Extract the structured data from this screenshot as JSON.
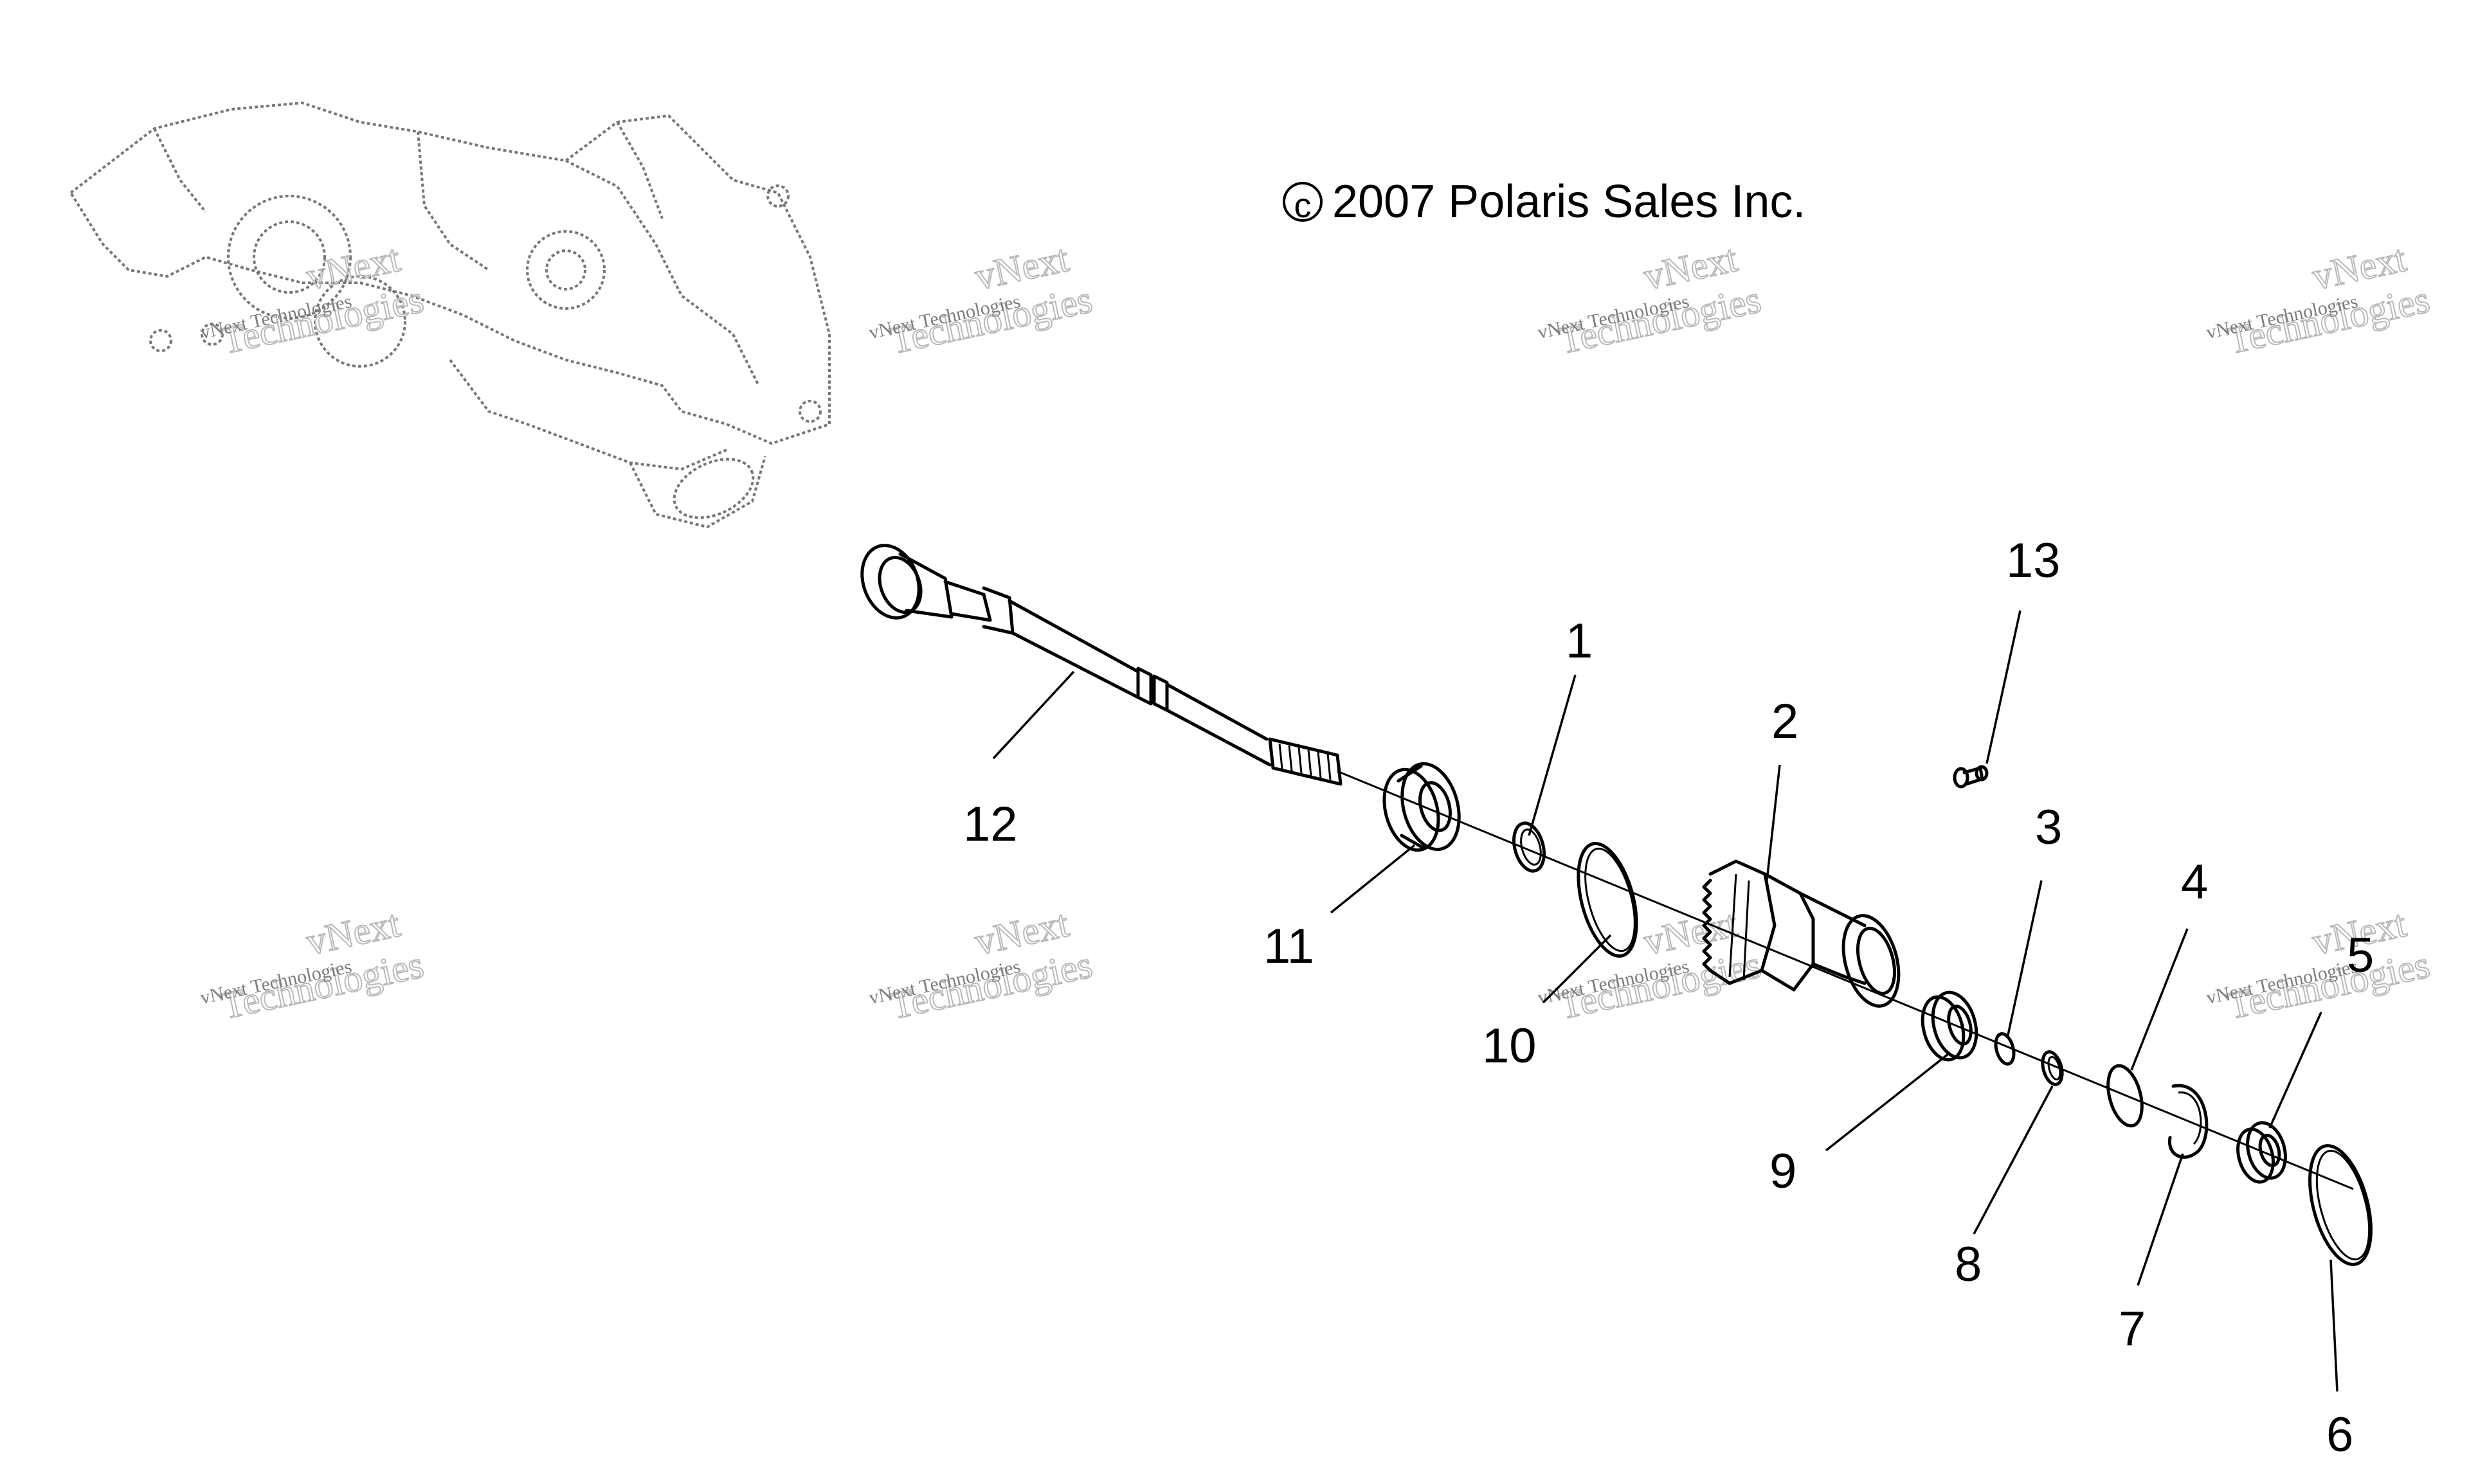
{
  "copyright": "2007 Polaris Sales Inc.",
  "copyright_symbol": "©",
  "watermark": {
    "line1": "vNext",
    "line2": "Technologies",
    "small": "vNext Technologies"
  },
  "callouts": {
    "n1": "1",
    "n2": "2",
    "n3": "3",
    "n4": "4",
    "n5": "5",
    "n6": "6",
    "n7": "7",
    "n8": "8",
    "n9": "9",
    "n10": "10",
    "n11": "11",
    "n12": "12",
    "n13": "13"
  },
  "colors": {
    "ink": "#000000",
    "ghost_outline": "#777777",
    "watermark": "#b9b9b9"
  }
}
